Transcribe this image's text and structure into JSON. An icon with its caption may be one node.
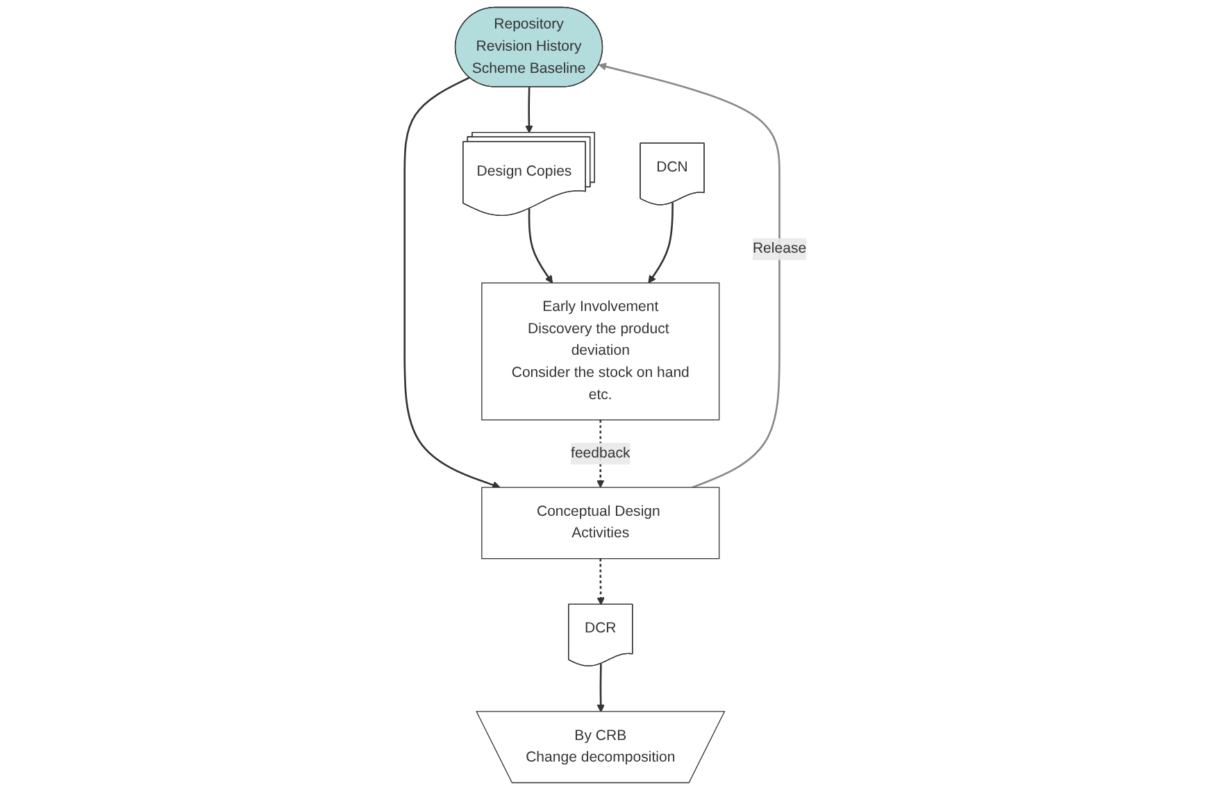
{
  "diagram": {
    "nodes": [
      {
        "text": [
          "Repository",
          "Revision History",
          "Scheme Baseline"
        ]
      },
      {
        "text": [
          "Design Copies"
        ]
      },
      {
        "text": [
          "Early Involvement",
          "Discovery the product deviation",
          "Consider the stock on hand",
          "etc."
        ]
      },
      {
        "text": [
          "Conceptual Design Activities"
        ]
      },
      {
        "text": [
          "DCR"
        ]
      },
      {
        "text": [
          "DCN"
        ]
      },
      {
        "text": [
          "By CRB",
          "Change decomposition"
        ]
      }
    ],
    "edges": [
      {
        "from": 0,
        "to": 1,
        "arrow": "to"
      },
      {
        "from": 1,
        "to": 2,
        "arrow": "to"
      },
      {
        "from": 0,
        "to": 3,
        "arrow": "to"
      },
      {
        "from": 3,
        "to": 0,
        "arrow": "to",
        "label": "Release",
        "color": "#888888"
      },
      {
        "from": 2,
        "to": 3,
        "arrow": "to",
        "label": "feedback",
        "style": "dashed"
      },
      {
        "from": 3,
        "to": 4,
        "arrow": "to",
        "style": "dashed"
      },
      {
        "from": 4,
        "to": 6,
        "arrow": "to"
      },
      {
        "from": 5,
        "to": 2,
        "arrow": "to"
      }
    ]
  }
}
